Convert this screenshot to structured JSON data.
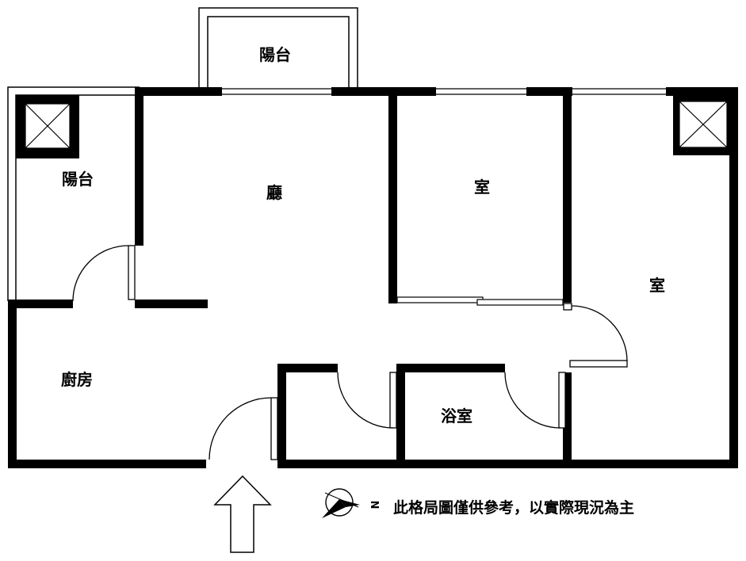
{
  "rooms": {
    "balcony_top": "陽台",
    "balcony_left": "陽台",
    "living_room": "廳",
    "bedroom_middle": "室",
    "bedroom_right": "室",
    "kitchen": "廚房",
    "bathroom": "浴室"
  },
  "note": "此格局圖僅供參考，以實際現況為主",
  "north_marker": "N",
  "icons": {
    "entrance": "up-arrow-icon",
    "compass": "compass-icon",
    "ventilation_shaft": "x-box-icon"
  }
}
